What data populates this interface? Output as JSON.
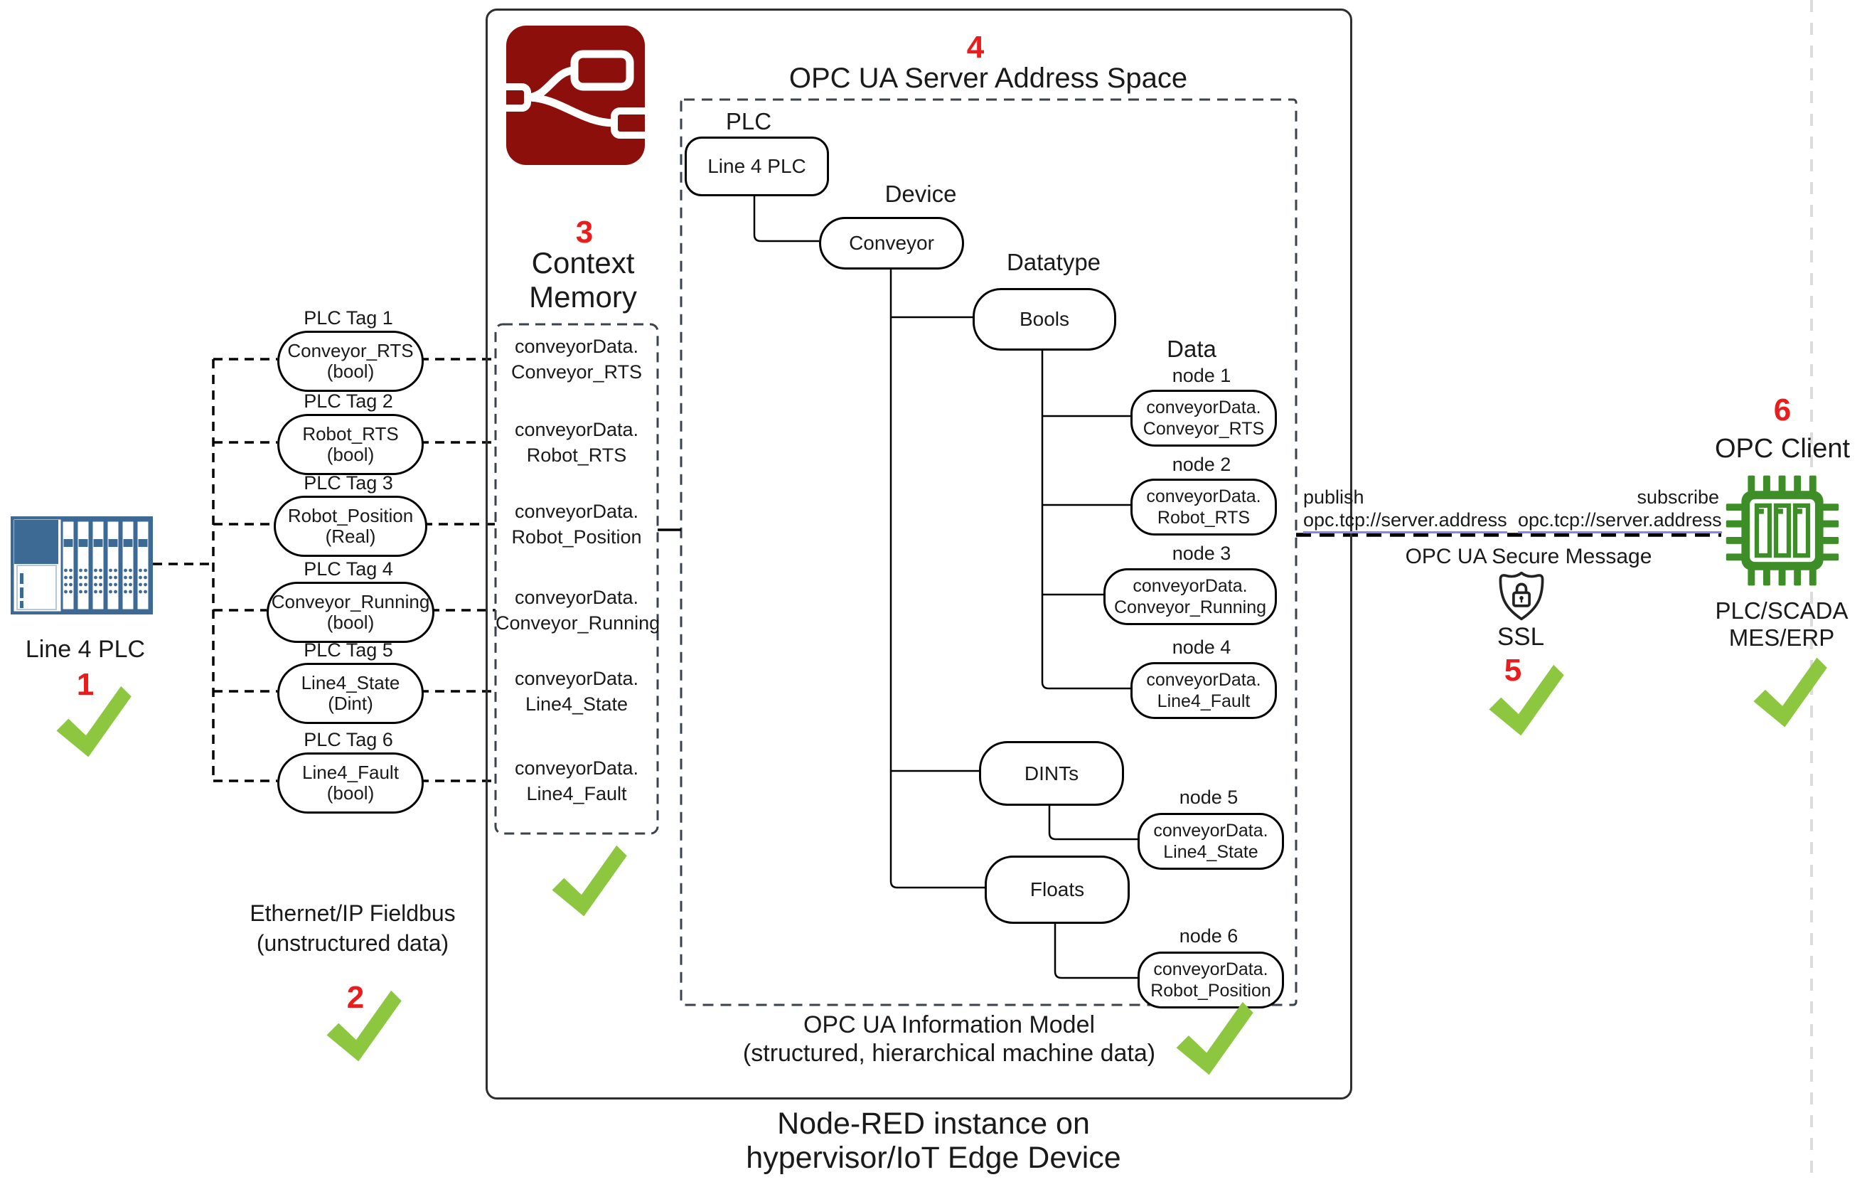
{
  "colors": {
    "accent_red": "#ea1c1c",
    "check_green": "#8dc63f",
    "plc_blue": "#3c6a94",
    "nodered_maroon": "#8c0f0c",
    "chip_green": "#3e8e28",
    "link_underline": "#8585ee"
  },
  "plc": {
    "name": "Line 4 PLC",
    "step": "1",
    "tags": [
      {
        "label": "PLC Tag 1",
        "name": "Conveyor_RTS",
        "type": "(bool)"
      },
      {
        "label": "PLC Tag 2",
        "name": "Robot_RTS",
        "type": "(bool)"
      },
      {
        "label": "PLC Tag 3",
        "name": "Robot_Position",
        "type": "(Real)"
      },
      {
        "label": "PLC Tag 4",
        "name": "Conveyor_Running",
        "type": "(bool)"
      },
      {
        "label": "PLC Tag 5",
        "name": "Line4_State",
        "type": "(Dint)"
      },
      {
        "label": "PLC Tag 6",
        "name": "Line4_Fault",
        "type": "(bool)"
      }
    ],
    "fieldbus_line1": "Ethernet/IP Fieldbus",
    "fieldbus_line2": "(unstructured data)",
    "fieldbus_step": "2"
  },
  "context_memory": {
    "step": "3",
    "title_line1": "Context",
    "title_line2": "Memory",
    "entries": [
      {
        "line1": "conveyorData.",
        "line2": "Conveyor_RTS"
      },
      {
        "line1": "conveyorData.",
        "line2": "Robot_RTS"
      },
      {
        "line1": "conveyorData.",
        "line2": "Robot_Position"
      },
      {
        "line1": "conveyorData.",
        "line2": "Conveyor_Running"
      },
      {
        "line1": "conveyorData.",
        "line2": "Line4_State"
      },
      {
        "line1": "conveyorData.",
        "line2": "Line4_Fault"
      }
    ]
  },
  "address_space": {
    "step": "4",
    "title": "OPC UA Server Address Space",
    "plc_label": "PLC",
    "plc_node": "Line 4 PLC",
    "device_label": "Device",
    "device_node": "Conveyor",
    "datatype_label": "Datatype",
    "data_label": "Data",
    "bools_node": "Bools",
    "dints_node": "DINTs",
    "floats_node": "Floats",
    "data_nodes": [
      {
        "label": "node 1",
        "line1": "conveyorData.",
        "line2": "Conveyor_RTS"
      },
      {
        "label": "node 2",
        "line1": "conveyorData.",
        "line2": "Robot_RTS"
      },
      {
        "label": "node 3",
        "line1": "conveyorData.",
        "line2": "Conveyor_Running"
      },
      {
        "label": "node 4",
        "line1": "conveyorData.",
        "line2": "Line4_Fault"
      },
      {
        "label": "node 5",
        "line1": "conveyorData.",
        "line2": "Line4_State"
      },
      {
        "label": "node 6",
        "line1": "conveyorData.",
        "line2": "Robot_Position"
      }
    ],
    "footer_line1": "OPC UA Information Model",
    "footer_line2": "(structured, hierarchical machine data)"
  },
  "node_red": {
    "caption_line1": "Node-RED instance on",
    "caption_line2": "hypervisor/IoT Edge Device"
  },
  "connection": {
    "publish_label": "publish",
    "publish_url": "opc.tcp://server.address",
    "subscribe_label": "subscribe",
    "subscribe_url": "opc.tcp://server.address",
    "secure_message_label": "OPC UA Secure Message",
    "ssl_label": "SSL",
    "step": "5"
  },
  "opc_client": {
    "step": "6",
    "title": "OPC Client",
    "subtitle_line1": "PLC/SCADA",
    "subtitle_line2": "MES/ERP"
  }
}
